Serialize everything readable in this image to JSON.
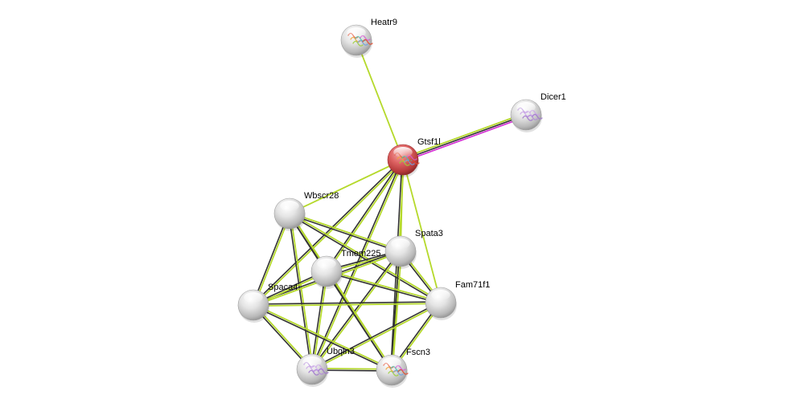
{
  "network": {
    "type": "protein-interaction-network",
    "colors": {
      "query_node": "#d94c4c",
      "neighbor_node": "#d8d8d8",
      "edge_textmining": "#b5d92b",
      "edge_coexpression": "#333333",
      "edge_experimental": "#d534d5"
    },
    "nodes": [
      {
        "id": "Heatr9",
        "label": "Heatr9",
        "query": false,
        "has_structure": true,
        "structure_color": "rainbow"
      },
      {
        "id": "Dicer1",
        "label": "Dicer1",
        "query": false,
        "has_structure": true,
        "structure_color": "purple"
      },
      {
        "id": "Gtsf1l",
        "label": "Gtsf1l",
        "query": true,
        "has_structure": true,
        "structure_color": "rainbow"
      },
      {
        "id": "Wbscr28",
        "label": "Wbscr28",
        "query": false,
        "has_structure": false
      },
      {
        "id": "Spata3",
        "label": "Spata3",
        "query": false,
        "has_structure": false
      },
      {
        "id": "Tmem225",
        "label": "Tmem225",
        "query": false,
        "has_structure": false
      },
      {
        "id": "Fam71f1",
        "label": "Fam71f1",
        "query": false,
        "has_structure": false
      },
      {
        "id": "Spaca4",
        "label": "Spaca4",
        "query": false,
        "has_structure": false
      },
      {
        "id": "Ubqln3",
        "label": "Ubqln3",
        "query": false,
        "has_structure": true,
        "structure_color": "purple"
      },
      {
        "id": "Fscn3",
        "label": "Fscn3",
        "query": false,
        "has_structure": true,
        "structure_color": "rainbow"
      }
    ],
    "edges": [
      {
        "source": "Gtsf1l",
        "target": "Heatr9",
        "types": [
          "textmining"
        ]
      },
      {
        "source": "Gtsf1l",
        "target": "Dicer1",
        "types": [
          "textmining",
          "coexpression",
          "experimental"
        ]
      },
      {
        "source": "Gtsf1l",
        "target": "Wbscr28",
        "types": [
          "textmining"
        ]
      },
      {
        "source": "Gtsf1l",
        "target": "Spata3",
        "types": [
          "textmining"
        ]
      },
      {
        "source": "Gtsf1l",
        "target": "Tmem225",
        "types": [
          "textmining",
          "coexpression"
        ]
      },
      {
        "source": "Gtsf1l",
        "target": "Fam71f1",
        "types": [
          "textmining"
        ]
      },
      {
        "source": "Gtsf1l",
        "target": "Spaca4",
        "types": [
          "textmining",
          "coexpression"
        ]
      },
      {
        "source": "Gtsf1l",
        "target": "Ubqln3",
        "types": [
          "textmining",
          "coexpression"
        ]
      },
      {
        "source": "Gtsf1l",
        "target": "Fscn3",
        "types": [
          "textmining",
          "coexpression"
        ]
      },
      {
        "source": "Wbscr28",
        "target": "Spata3",
        "types": [
          "textmining",
          "coexpression"
        ]
      },
      {
        "source": "Wbscr28",
        "target": "Tmem225",
        "types": [
          "textmining",
          "coexpression"
        ]
      },
      {
        "source": "Wbscr28",
        "target": "Fam71f1",
        "types": [
          "textmining",
          "coexpression"
        ]
      },
      {
        "source": "Wbscr28",
        "target": "Spaca4",
        "types": [
          "textmining",
          "coexpression"
        ]
      },
      {
        "source": "Wbscr28",
        "target": "Ubqln3",
        "types": [
          "textmining",
          "coexpression"
        ]
      },
      {
        "source": "Wbscr28",
        "target": "Fscn3",
        "types": [
          "textmining",
          "coexpression"
        ]
      },
      {
        "source": "Spata3",
        "target": "Tmem225",
        "types": [
          "textmining",
          "coexpression"
        ]
      },
      {
        "source": "Spata3",
        "target": "Fam71f1",
        "types": [
          "textmining",
          "coexpression"
        ]
      },
      {
        "source": "Spata3",
        "target": "Spaca4",
        "types": [
          "textmining",
          "coexpression"
        ]
      },
      {
        "source": "Spata3",
        "target": "Ubqln3",
        "types": [
          "textmining",
          "coexpression"
        ]
      },
      {
        "source": "Spata3",
        "target": "Fscn3",
        "types": [
          "textmining",
          "coexpression"
        ]
      },
      {
        "source": "Tmem225",
        "target": "Fam71f1",
        "types": [
          "textmining",
          "coexpression"
        ]
      },
      {
        "source": "Tmem225",
        "target": "Spaca4",
        "types": [
          "textmining",
          "coexpression"
        ]
      },
      {
        "source": "Tmem225",
        "target": "Ubqln3",
        "types": [
          "textmining",
          "coexpression"
        ]
      },
      {
        "source": "Tmem225",
        "target": "Fscn3",
        "types": [
          "textmining",
          "coexpression"
        ]
      },
      {
        "source": "Fam71f1",
        "target": "Spaca4",
        "types": [
          "textmining",
          "coexpression"
        ]
      },
      {
        "source": "Fam71f1",
        "target": "Ubqln3",
        "types": [
          "textmining",
          "coexpression"
        ]
      },
      {
        "source": "Fam71f1",
        "target": "Fscn3",
        "types": [
          "textmining",
          "coexpression"
        ]
      },
      {
        "source": "Spaca4",
        "target": "Ubqln3",
        "types": [
          "textmining",
          "coexpression"
        ]
      },
      {
        "source": "Spaca4",
        "target": "Fscn3",
        "types": [
          "textmining",
          "coexpression"
        ]
      },
      {
        "source": "Ubqln3",
        "target": "Fscn3",
        "types": [
          "textmining",
          "coexpression"
        ]
      }
    ]
  }
}
